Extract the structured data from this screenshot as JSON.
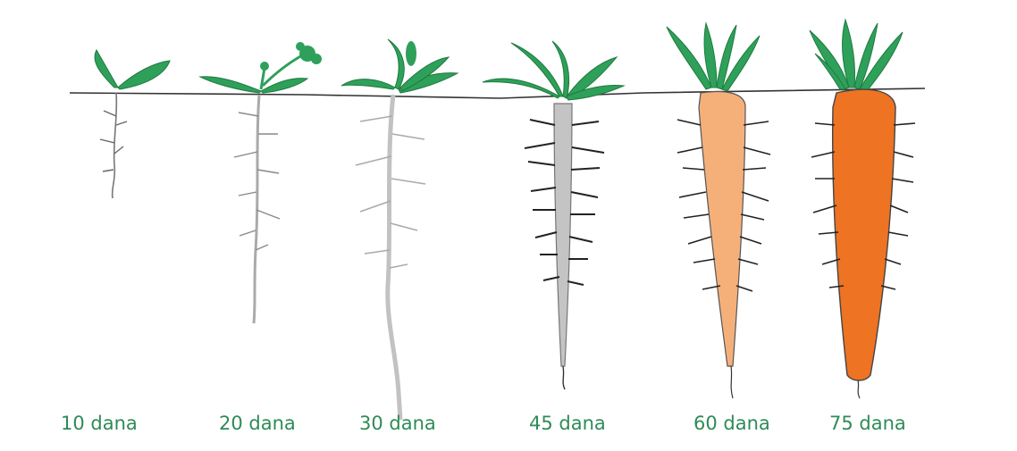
{
  "stages": [
    {
      "label": "10 dana"
    },
    {
      "label": "20 dana"
    },
    {
      "label": "30 dana"
    },
    {
      "label": "45 dana"
    },
    {
      "label": "60 dana"
    },
    {
      "label": "75 dana"
    }
  ],
  "colors": {
    "leaf": "#2ea05a",
    "leaf_dark": "#1f7a3f",
    "soil_line": "#333333",
    "root_grey_light": "#bdbdbd",
    "root_grey": "#9e9e9e",
    "carrot_pale": "#f5b07a",
    "carrot_orange": "#ee7322",
    "hair": "#222222",
    "label": "#2e8b57"
  }
}
